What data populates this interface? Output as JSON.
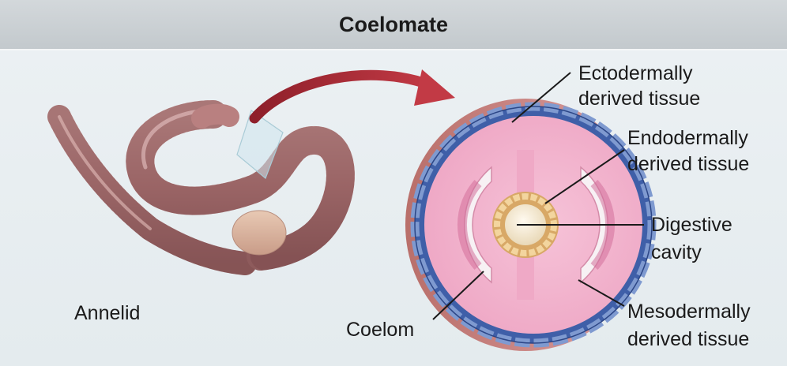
{
  "header": {
    "title": "Coelomate"
  },
  "labels": {
    "annelid": "Annelid",
    "ectoderm_1": "Ectodermally",
    "ectoderm_2": "derived tissue",
    "endoderm_1": "Endodermally",
    "endoderm_2": "derived tissue",
    "digestive_1": "Digestive",
    "digestive_2": "cavity",
    "mesoderm_1": "Mesodermally",
    "mesoderm_2": "derived tissue",
    "coelom": "Coelom"
  },
  "icons": {
    "worm": "annelid-worm-illustration",
    "arrow": "curved-arrow",
    "section": "cross-section-diagram"
  },
  "colors": {
    "header_bg": "#c8cdd1",
    "panel_bg": "#e8eef1",
    "ectoderm": "#3f5fa8",
    "mesoderm": "#efa9c6",
    "endoderm": "#e8b968",
    "arrow": "#a32a35",
    "worm": "#b57e7e"
  }
}
